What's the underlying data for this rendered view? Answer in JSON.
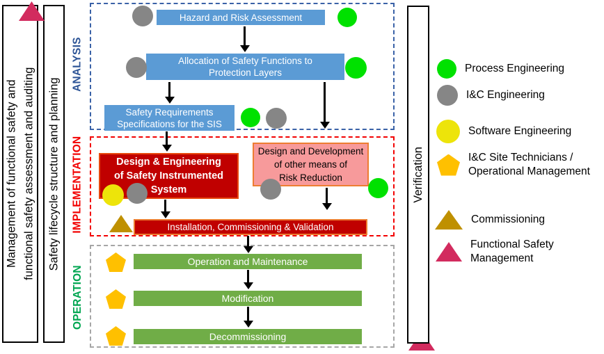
{
  "title_bars": {
    "management": "Management of functional safety and\nfunctional safety assessment and auditing",
    "lifecycle": "Safety lifecycle structure and planning",
    "verification": "Verification"
  },
  "phases": {
    "analysis": {
      "label": "ANALYSIS",
      "color": "#2E5597"
    },
    "implementation": {
      "label": "IMPLEMENTATION",
      "color": "#F20000"
    },
    "operation": {
      "label": "OPERATION",
      "color": "#00A651"
    }
  },
  "boxes": {
    "hazard": {
      "label": "Hazard and Risk Assessment",
      "fill": "#5B9BD5",
      "markers": [
        "ic-engineering",
        "process-engineering"
      ]
    },
    "allocation": {
      "label": "Allocation of Safety Functions to\nProtection Layers",
      "fill": "#5B9BD5",
      "markers": [
        "ic-engineering",
        "process-engineering"
      ]
    },
    "safety_req": {
      "label": "Safety Requirements\nSpecifications for the SIS",
      "fill": "#5B9BD5",
      "markers": [
        "process-engineering",
        "ic-engineering"
      ]
    },
    "design_sis": {
      "label": "Design & Engineering\nof Safety Instrumented\nSystem",
      "fill": "#C00000",
      "markers": [
        "software-engineering",
        "ic-engineering"
      ]
    },
    "other_means": {
      "label": "Design and Development\nof other means of\nRisk Reduction",
      "fill": "#F79A9B",
      "markers": [
        "ic-engineering",
        "process-engineering"
      ]
    },
    "installation": {
      "label": "Installation, Commissioning & Validation",
      "fill": "#C00000",
      "markers": [
        "commissioning"
      ]
    },
    "operation_maintenance": {
      "label": "Operation and Maintenance",
      "fill": "#70AD47",
      "markers": [
        "site-technicians"
      ]
    },
    "modification": {
      "label": "Modification",
      "fill": "#70AD47",
      "markers": [
        "site-technicians"
      ]
    },
    "decommissioning": {
      "label": "Decommissioning",
      "fill": "#70AD47",
      "markers": [
        "site-technicians"
      ]
    }
  },
  "legend": {
    "items": [
      {
        "shape": "circle",
        "color": "#00E100",
        "label": "Process Engineering"
      },
      {
        "shape": "circle",
        "color": "#868686",
        "label": "I&C Engineering"
      },
      {
        "shape": "circle",
        "color": "#EDE40A",
        "label": "Software Engineering"
      },
      {
        "shape": "pentagon",
        "color": "#FFC000",
        "label": "I&C Site Technicians /\nOperational Management"
      },
      {
        "shape": "triangle",
        "color": "#BF9000",
        "label": "Commissioning"
      },
      {
        "shape": "triangle",
        "color": "#D22B5E",
        "label": "Functional Safety\nManagement"
      }
    ]
  },
  "colors": {
    "process_box_blue": "#5B9BD5",
    "sis_box_red": "#C00000",
    "other_means_pink": "#F79A9B",
    "operation_box_green": "#70AD47",
    "installation_border_orange": "#ED7D31"
  }
}
